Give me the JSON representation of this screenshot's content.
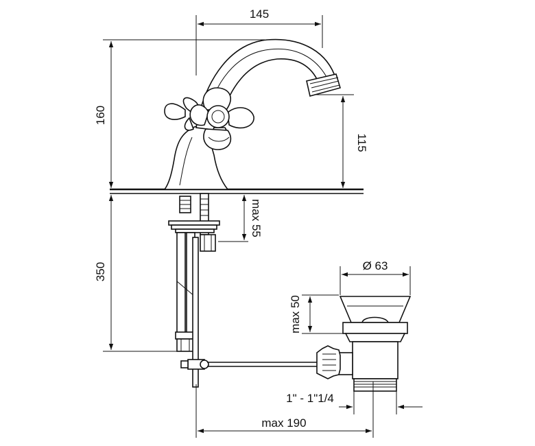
{
  "dimensions": {
    "spout_reach": "145",
    "total_height": "160",
    "spout_height": "115",
    "deck_thickness": "max 55",
    "supply_length": "350",
    "drain_diameter": "Ø 63",
    "drain_height": "max 50",
    "drain_thread": "1\" - 1\"1/4",
    "rod_length": "max 190"
  },
  "colors": {
    "line": "#111111",
    "background": "#ffffff"
  }
}
